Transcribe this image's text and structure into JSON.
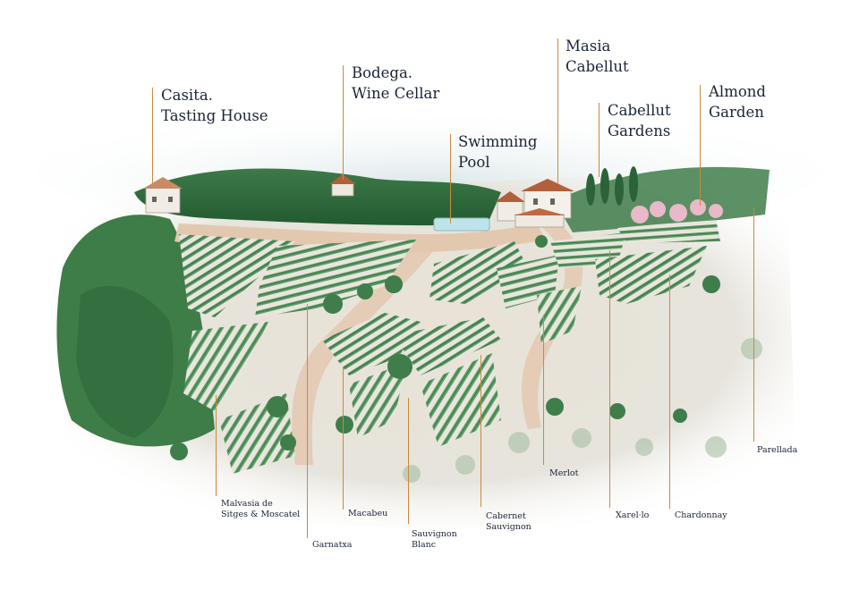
{
  "landmarks": [
    {
      "id": "casita",
      "lines": [
        "Casita.",
        "Tasting House"
      ]
    },
    {
      "id": "bodega",
      "lines": [
        "Bodega.",
        "Wine Cellar"
      ]
    },
    {
      "id": "pool",
      "lines": [
        "Swimming",
        "Pool"
      ]
    },
    {
      "id": "masia",
      "lines": [
        "Masia",
        "Cabellut"
      ]
    },
    {
      "id": "gardens",
      "lines": [
        "Cabellut",
        "Gardens"
      ]
    },
    {
      "id": "almond",
      "lines": [
        "Almond",
        "Garden"
      ]
    }
  ],
  "varieties": [
    {
      "id": "malvasia",
      "lines": [
        "Malvasia de",
        "Sitges & Moscatel"
      ]
    },
    {
      "id": "garnatxa",
      "lines": [
        "Garnatxa"
      ]
    },
    {
      "id": "macabeu",
      "lines": [
        "Macabeu"
      ]
    },
    {
      "id": "sauvignon-blanc",
      "lines": [
        "Sauvignon",
        "Blanc"
      ]
    },
    {
      "id": "cabernet",
      "lines": [
        "Cabernet",
        "Sauvignon"
      ]
    },
    {
      "id": "merlot",
      "lines": [
        "Merlot"
      ]
    },
    {
      "id": "xarello",
      "lines": [
        "Xarel·lo"
      ]
    },
    {
      "id": "chardonnay",
      "lines": [
        "Chardonnay"
      ]
    },
    {
      "id": "parellada",
      "lines": [
        "Parellada"
      ]
    }
  ],
  "colors": {
    "leader": "#c98a3d",
    "label_text": "#1b2436",
    "vine_green": "#4f8a5a",
    "forest_green": "#2f6a3c",
    "path_sand": "#e3c8b0",
    "roof_terracotta": "#b0603a",
    "almond_blossom": "#e8b9c8",
    "pool_water": "#bfe3ea"
  }
}
